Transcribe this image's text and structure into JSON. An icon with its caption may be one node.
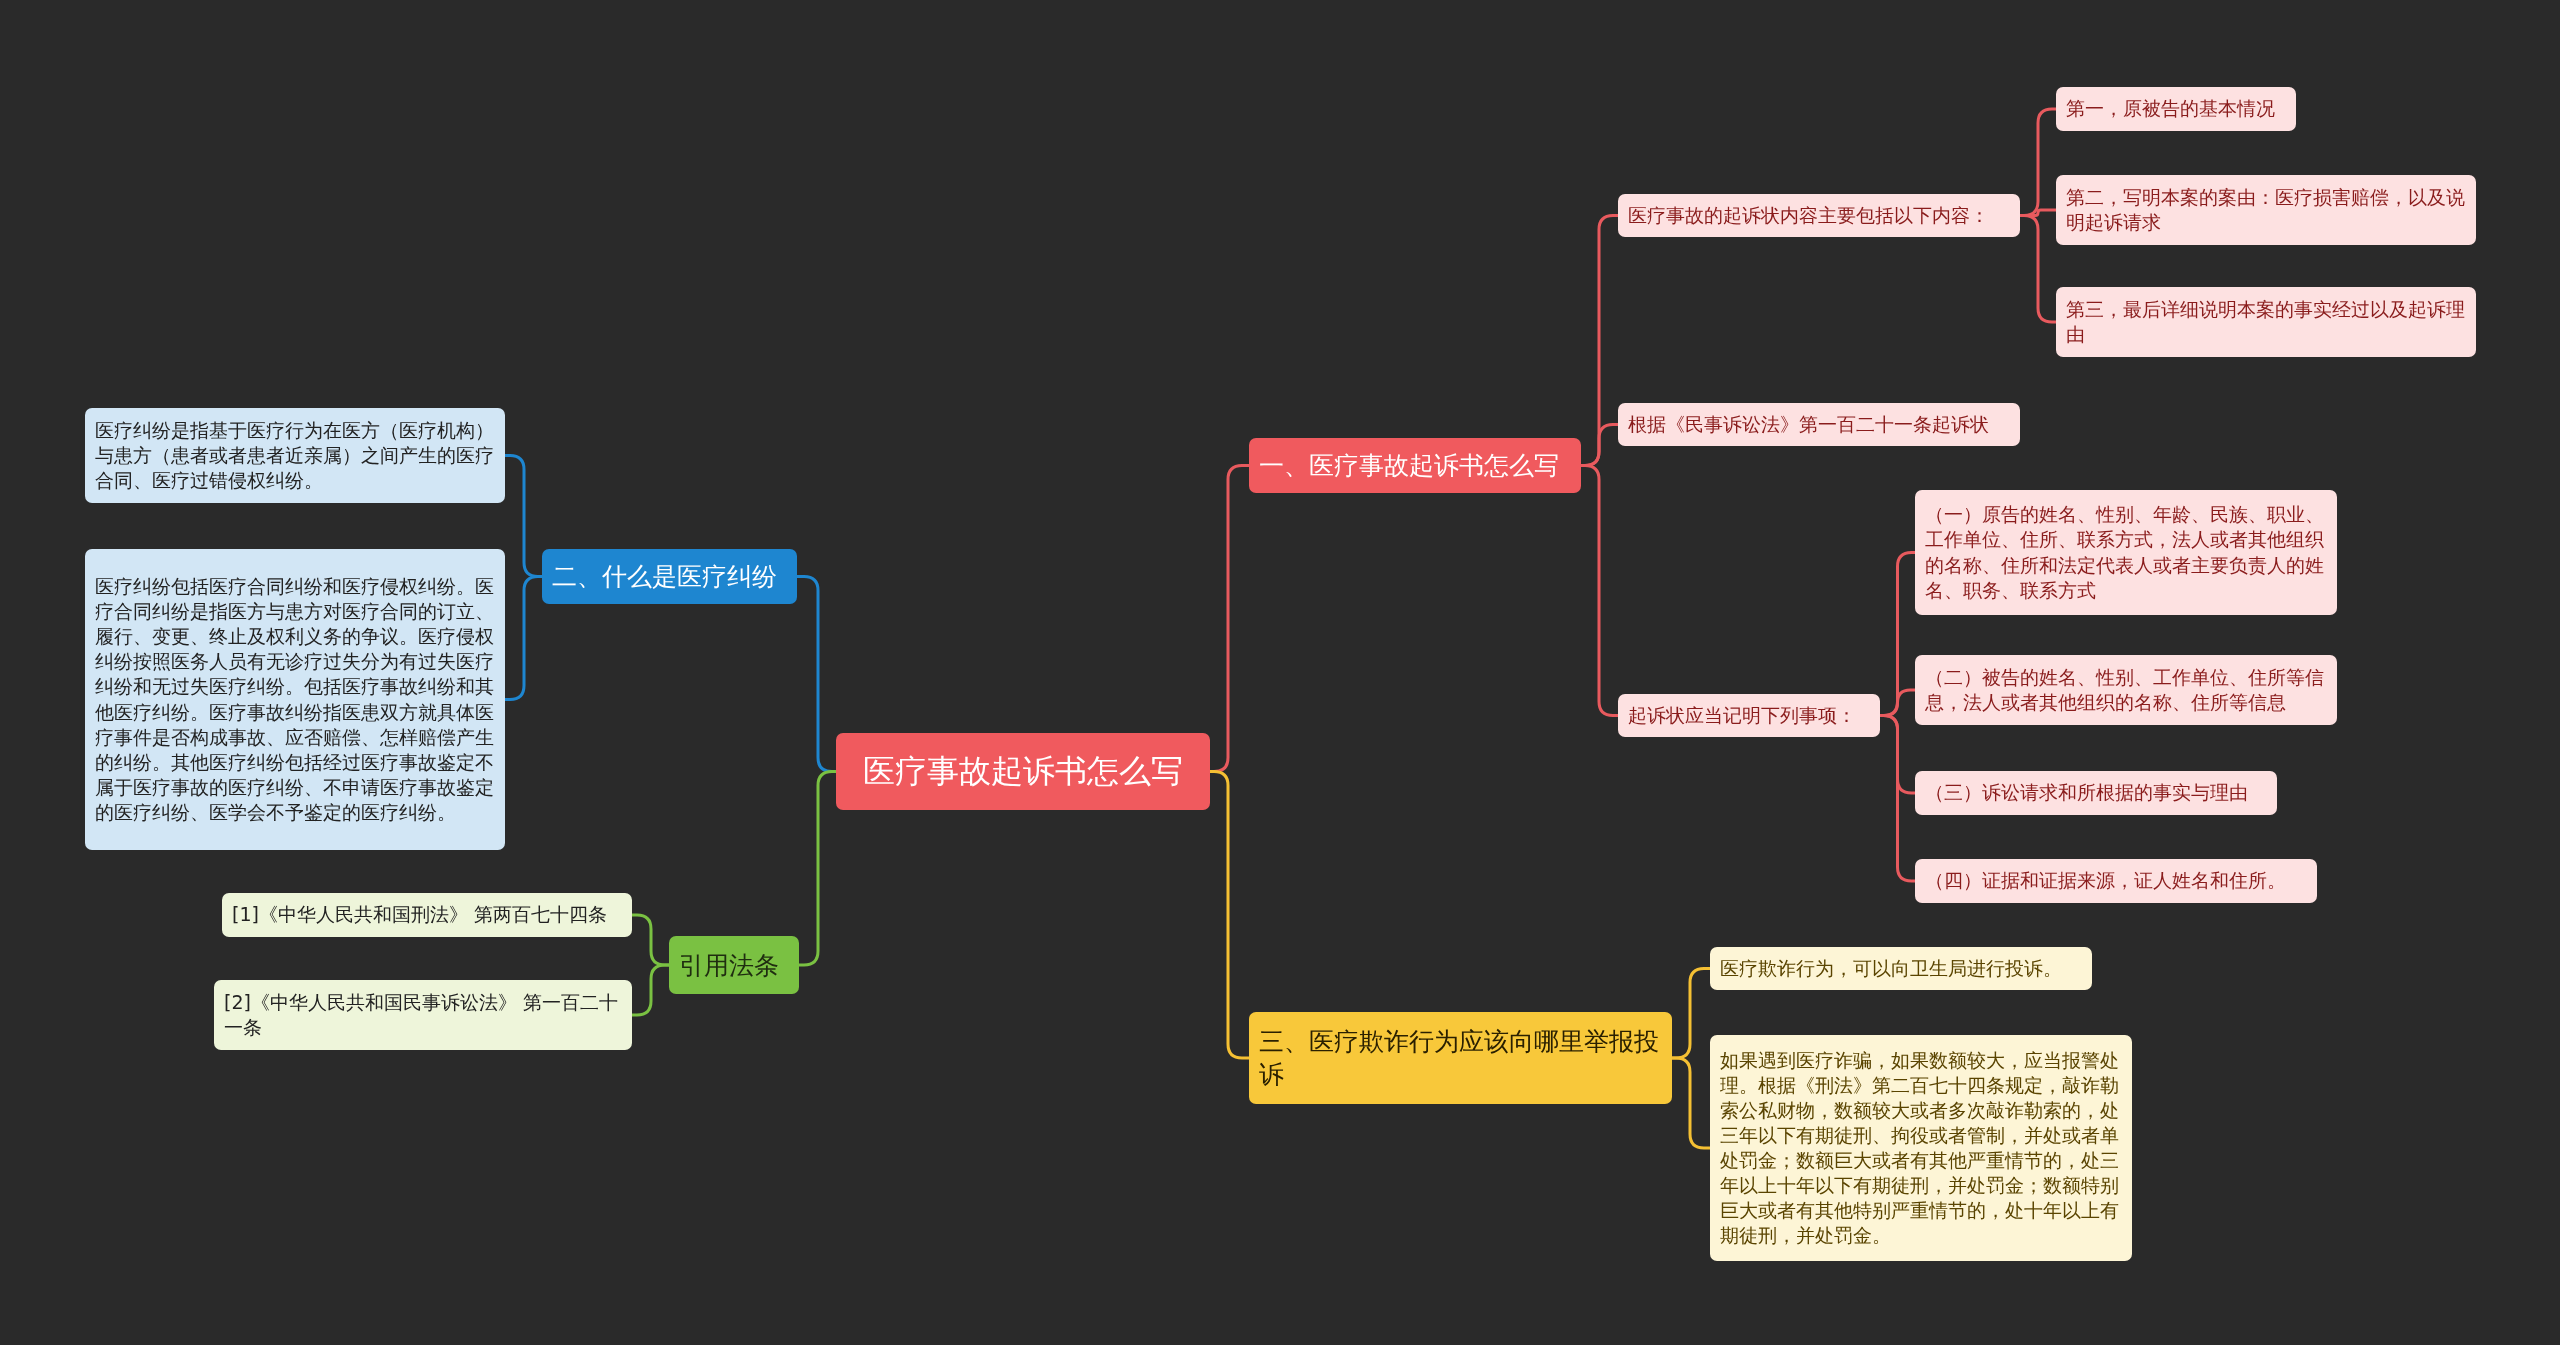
{
  "diagram": {
    "nodes": [
      {
        "text": [
          "医疗事故起诉书怎么写"
        ]
      },
      {
        "text": [
          "一、医疗事故起诉书怎么写"
        ]
      },
      {
        "text": [
          "医疗事故的起诉状内容主要包括以下内容："
        ]
      },
      {
        "text": [
          "第一，原被告的基本情况"
        ]
      },
      {
        "text": [
          "第二，写明本案的案由：医疗损害赔偿，以及说明起诉请求"
        ]
      },
      {
        "text": [
          "第三，最后详细说明本案的事实经过以及起诉理由"
        ]
      },
      {
        "text": [
          "根据《民事诉讼法》第一百二十一条起诉状"
        ]
      },
      {
        "text": [
          "起诉状应当记明下列事项："
        ]
      },
      {
        "text": [
          "（一）原告的姓名、性别、年龄、民族、职业、工作单位、住所、联系方式，法人或者其他组织的名称、住所和法定代表人或者主要负责人的姓名、职务、联系方式"
        ]
      },
      {
        "text": [
          "（二）被告的姓名、性别、工作单位、住所等信息，法人或者其他组织的名称、住所等信息"
        ]
      },
      {
        "text": [
          "（三）诉讼请求和所根据的事实与理由"
        ]
      },
      {
        "text": [
          "（四）证据和证据来源，证人姓名和住所。"
        ]
      },
      {
        "text": [
          "三、医疗欺诈行为应该向哪里举报投诉"
        ]
      },
      {
        "text": [
          "医疗欺诈行为，可以向卫生局进行投诉。"
        ]
      },
      {
        "text": [
          "如果遇到医疗诈骗，如果数额较大，应当报警处理。根据《刑法》第二百七十四条规定，敲诈勒索公私财物，数额较大或者多次敲诈勒索的，处三年以下有期徒刑、拘役或者管制，并处或者单处罚金；数额巨大或者有其他严重情节的，处三年以上十年以下有期徒刑，并处罚金；数额特别巨大或者有其他特别严重情节的，处十年以上有期徒刑，并处罚金。"
        ]
      },
      {
        "text": [
          "二、什么是医疗纠纷"
        ]
      },
      {
        "text": [
          "医疗纠纷是指基于医疗行为在医方（医疗机构）与患方（患者或者患者近亲属）之间产生的医疗合同、医疗过错侵权纠纷。"
        ]
      },
      {
        "text": [
          "医疗纠纷包括医疗合同纠纷和医疗侵权纠纷。医疗合同纠纷是指医方与患方对医疗合同的订立、履行、变更、终止及权利义务的争议。医疗侵权纠纷按照医务人员有无诊疗过失分为有过失医疗纠纷和无过失医疗纠纷。包括医疗事故纠纷和其他医疗纠纷。医疗事故纠纷指医患双方就具体医疗事件是否构成事故、应否赔偿、怎样赔偿产生的纠纷。其他医疗纠纷包括经过医疗事故鉴定不属于医疗事故的医疗纠纷、不申请医疗事故鉴定的医疗纠纷、医学会不予鉴定的医疗纠纷。"
        ]
      },
      {
        "text": [
          "引用法条"
        ]
      },
      {
        "text": [
          "[1]《中华人民共和国刑法》 第两百七十四条"
        ]
      },
      {
        "text": [
          "[2]《中华人民共和国民事诉讼法》 第一百二十一条"
        ]
      }
    ],
    "edges": [
      {
        "from": 0,
        "to": 1,
        "arrow": "none"
      },
      {
        "from": 1,
        "to": 2,
        "arrow": "none"
      },
      {
        "from": 2,
        "to": 3,
        "arrow": "none"
      },
      {
        "from": 2,
        "to": 4,
        "arrow": "none"
      },
      {
        "from": 2,
        "to": 5,
        "arrow": "none"
      },
      {
        "from": 1,
        "to": 6,
        "arrow": "none"
      },
      {
        "from": 1,
        "to": 7,
        "arrow": "none"
      },
      {
        "from": 7,
        "to": 8,
        "arrow": "none"
      },
      {
        "from": 7,
        "to": 9,
        "arrow": "none"
      },
      {
        "from": 7,
        "to": 10,
        "arrow": "none"
      },
      {
        "from": 7,
        "to": 11,
        "arrow": "none"
      },
      {
        "from": 0,
        "to": 12,
        "arrow": "none",
        "color": "#f5c033"
      },
      {
        "from": 12,
        "to": 13,
        "arrow": "none",
        "color": "#f5c033"
      },
      {
        "from": 12,
        "to": 14,
        "arrow": "none",
        "color": "#f5c033"
      },
      {
        "from": 0,
        "to": 15,
        "arrow": "none",
        "color": "#1e86d0"
      },
      {
        "from": 15,
        "to": 16,
        "arrow": "none",
        "color": "#1e86d0"
      },
      {
        "from": 15,
        "to": 17,
        "arrow": "none",
        "color": "#1e86d0"
      },
      {
        "from": 0,
        "to": 18,
        "arrow": "none",
        "color": "#7ac142"
      },
      {
        "from": 18,
        "to": 19,
        "arrow": "none",
        "color": "#7ac142"
      },
      {
        "from": 18,
        "to": 20,
        "arrow": "none",
        "color": "#7ac142"
      }
    ]
  }
}
